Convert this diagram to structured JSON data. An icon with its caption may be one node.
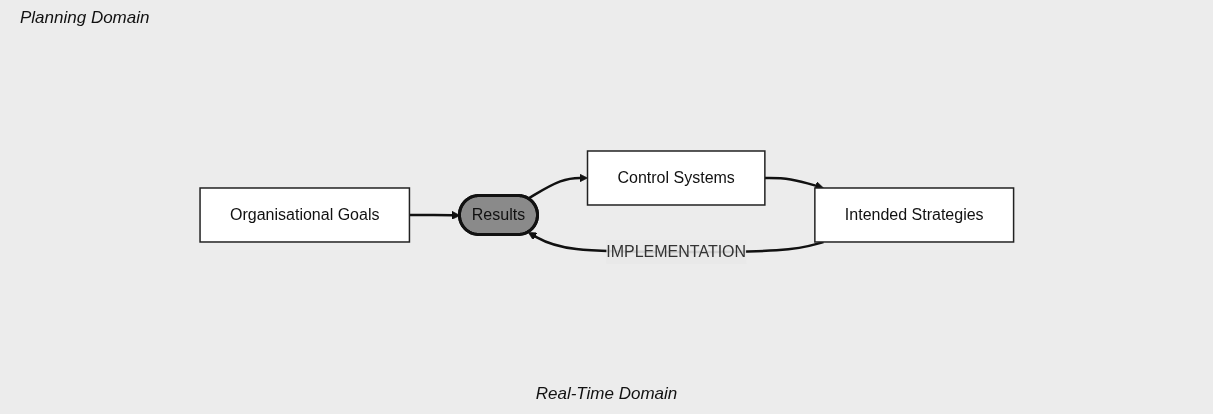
{
  "diagram": {
    "nodes": [
      {
        "text": [
          "Organisational Goals"
        ]
      },
      {
        "text": [
          "Intended Strategies"
        ]
      },
      {
        "text": [
          "Results"
        ]
      },
      {
        "text": [
          "Control Systems"
        ]
      }
    ],
    "edges": [
      {
        "from": 0,
        "to": 2,
        "arrow": "to"
      },
      {
        "from": 1,
        "to": 2,
        "arrow": "to",
        "label": "IMPLEMENTATION"
      },
      {
        "from": 2,
        "to": 3,
        "arrow": "to"
      },
      {
        "from": 3,
        "to": 1,
        "arrow": "to"
      }
    ],
    "labels": [
      "Planning Domain",
      "Real-Time Domain"
    ]
  }
}
